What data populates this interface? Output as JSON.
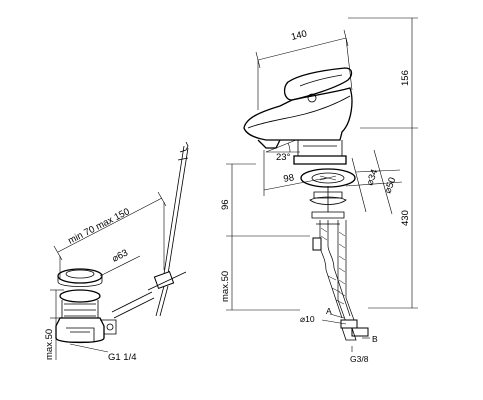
{
  "drawing": {
    "faucet": {
      "width_label": "140",
      "height_label": "156",
      "angle_label": "23°",
      "reach_label": "98",
      "spout_height_label": "96",
      "total_height_label": "430",
      "max_label": "max.50",
      "base_dia_small": "⌀34",
      "base_dia_large": "⌀50",
      "hose_dia_label": "⌀10",
      "point_a": "A",
      "point_b": "B",
      "thread_label": "G3/8"
    },
    "drain": {
      "range_label": "min 70  max 150",
      "dia_label": "⌀63",
      "max_label": "max.50",
      "thread_label": "G1 1/4"
    }
  }
}
